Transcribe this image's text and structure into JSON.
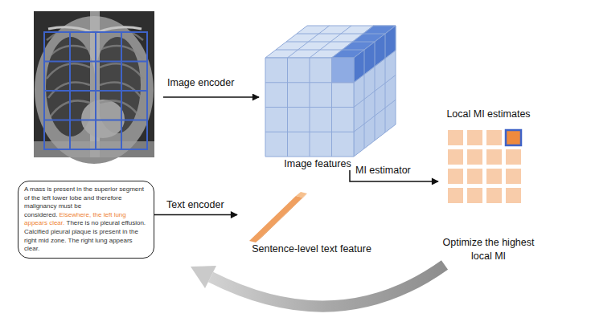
{
  "diagram": {
    "nodes": [
      {
        "text": [
          "Image features"
        ]
      },
      {
        "text": [
          "Local MI estimates"
        ]
      },
      {
        "text": [
          "A mass is present in the superior segment of the left lower lobe and therefore malignancy must be considered.",
          "Elsewhere, the left lung appears clear.",
          "There is no pleural effusion. Calcified pleural plaque is present in the right mid zone. The right lung appears clear."
        ]
      },
      {
        "text": [
          "Sentence-level text feature"
        ]
      }
    ],
    "edges": [
      {
        "from": 0,
        "to": 1,
        "label": "MI estimator",
        "arrow": "to"
      },
      {
        "from": 2,
        "to": 3,
        "label": "Text encoder",
        "arrow": "to"
      }
    ],
    "labels": [
      "Image encoder",
      "Optimize the highest local MI"
    ]
  }
}
